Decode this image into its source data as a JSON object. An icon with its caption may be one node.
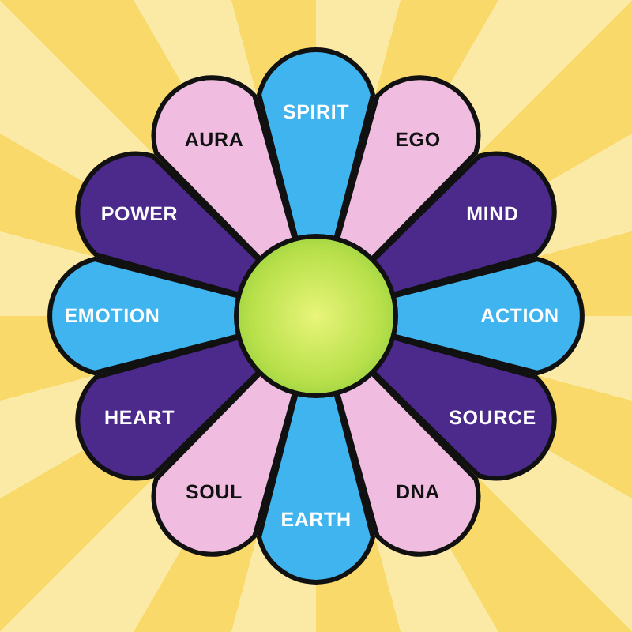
{
  "diagram": {
    "nodes": [
      {
        "text": [
          "SPIRIT"
        ]
      },
      {
        "text": [
          "EGO"
        ]
      },
      {
        "text": [
          "MIND"
        ]
      },
      {
        "text": [
          "ACTION"
        ]
      },
      {
        "text": [
          "SOURCE"
        ]
      },
      {
        "text": [
          "DNA"
        ]
      },
      {
        "text": [
          "EARTH"
        ]
      },
      {
        "text": [
          "SOUL"
        ]
      },
      {
        "text": [
          "HEART"
        ]
      },
      {
        "text": [
          "EMOTION"
        ]
      },
      {
        "text": [
          "POWER"
        ]
      },
      {
        "text": [
          "AURA"
        ]
      },
      {
        "text": [],
        "shape": "circle"
      }
    ]
  }
}
